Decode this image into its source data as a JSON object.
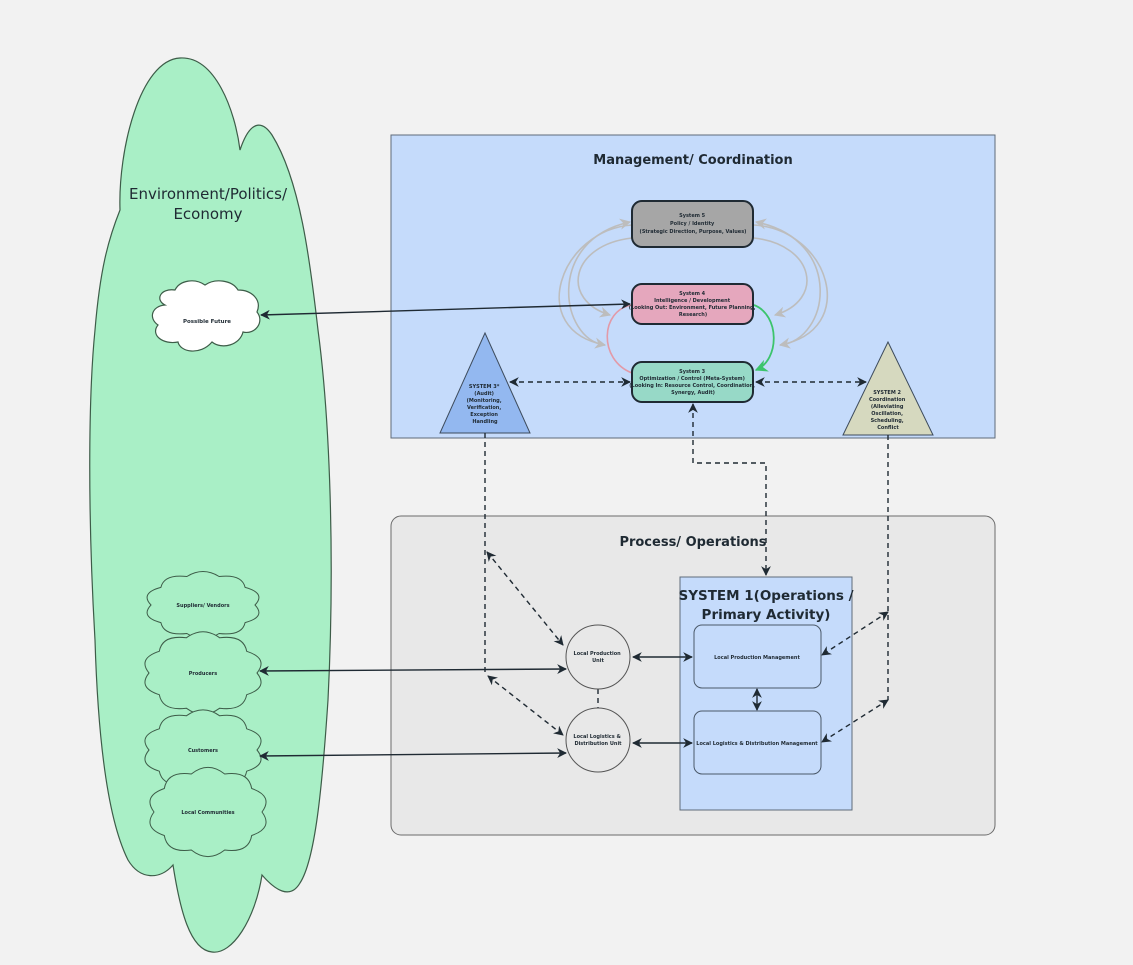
{
  "environment": {
    "title_line1": "Environment/Politics/",
    "title_line2": "Economy",
    "possible_future": "Possible Future",
    "clouds": [
      "Suppliers/ Vendors",
      "Producers",
      "Customers",
      "Local Communities"
    ]
  },
  "management": {
    "title": "Management/ Coordination",
    "system5": [
      "System 5",
      "Policy / Identity",
      "(Strategic Direction, Purpose, Values)"
    ],
    "system4": [
      "System 4",
      "Intelligence / Development",
      "(Looking Out: Environment, Future Planning,",
      "Research)"
    ],
    "system3": [
      "System 3",
      "Optimization / Control (Meta-System)",
      "(Looking In: Resource Control, Coordination,",
      "Synergy, Audit)"
    ],
    "system3star": [
      "SYSTEM 3*",
      "(Audit)",
      "(Monitoring,",
      "Verification,",
      "Exception",
      "Handling"
    ],
    "system2": [
      "SYSTEM 2",
      "Coordination",
      "(Alleviating",
      "Oscillation,",
      "Scheduling,",
      "Conflict"
    ]
  },
  "operations": {
    "title": "Process/ Operations",
    "system1_line1": "SYSTEM 1(Operations /",
    "system1_line2": "Primary Activity)",
    "local_production_unit": [
      "Local Production",
      "Unit"
    ],
    "local_logistics_unit": [
      "Local Logistics &",
      "Distribution Unit"
    ],
    "local_production_management": "Local Production Management",
    "local_logistics_management": "Local Logistics & Distribution Management"
  },
  "colors": {
    "background": "#f2f2f2",
    "environment_fill": "#a9efc6",
    "management_fill": "#c5dbfb",
    "operations_fill": "#e8e8e8",
    "system5_fill": "#a6a6a6",
    "system4_fill": "#e5a7bd",
    "system3_fill": "#97d9c7",
    "system3star_fill": "#93b8f0",
    "system2_fill": "#d6d9bf"
  }
}
